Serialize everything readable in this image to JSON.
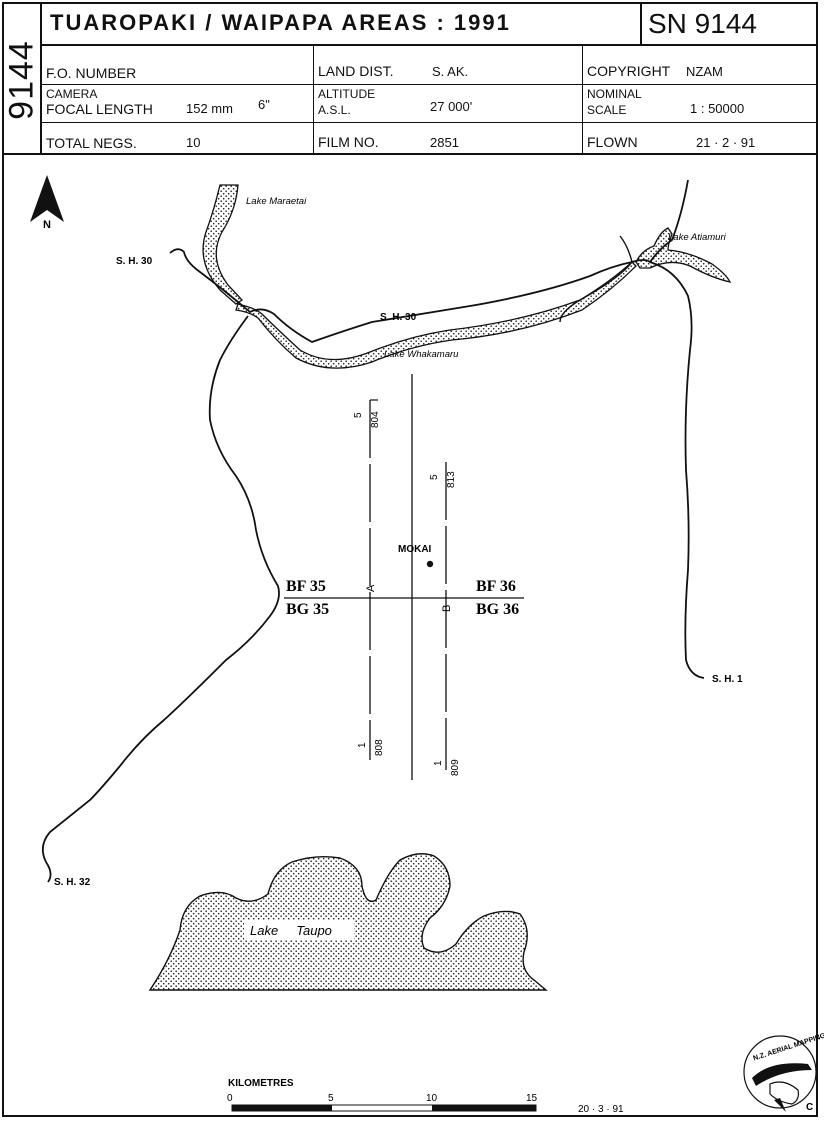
{
  "header": {
    "side_number": "9144",
    "title": "TUAROPAKI / WAIPAPA  AREAS : 1991",
    "sn_number": "SN 9144",
    "fo_number_label": "F.O. NUMBER",
    "land_dist_label": "LAND DIST.",
    "land_dist_value": "S. AK.",
    "copyright_label": "COPYRIGHT",
    "copyright_value": "NZAM",
    "camera_label": "CAMERA",
    "focal_length_label": "FOCAL LENGTH",
    "focal_length_mm": "152 mm",
    "focal_length_in": "6\"",
    "altitude_label": "ALTITUDE",
    "asl_label": "A.S.L.",
    "altitude_value": "27 000'",
    "nominal_label": "NOMINAL",
    "scale_label": "SCALE",
    "scale_value": "1 : 50000",
    "total_negs_label": "TOTAL NEGS.",
    "total_negs_value": "10",
    "film_no_label": "FILM NO.",
    "film_no_value": "2851",
    "flown_label": "FLOWN",
    "flown_value": "21 · 2 · 91"
  },
  "map": {
    "north_label": "N",
    "roads": {
      "sh30_west": "S. H. 30",
      "sh30_center": "S. H. 30",
      "sh1": "S. H. 1",
      "sh32": "S. H. 32"
    },
    "lakes": {
      "maraetai": "Lake Maraetai",
      "atiamuri": "Lake Atiamuri",
      "whakamaru": "Lake Whakamaru",
      "taupo": "Lake     Taupo"
    },
    "town": "MOKAI",
    "sheets": {
      "bf35": "BF 35",
      "bf36": "BF 36",
      "bg35": "BG 35",
      "bg36": "BG 36"
    },
    "flight_lines": {
      "a": {
        "letter": "A",
        "start_index": "5",
        "start_photo": "804",
        "end_index": "1",
        "end_photo": "808"
      },
      "b": {
        "letter": "B",
        "start_index": "5",
        "start_photo": "813",
        "end_index": "1",
        "end_photo": "809"
      }
    }
  },
  "scale_bar": {
    "label": "KILOMETRES",
    "ticks": [
      "0",
      "5",
      "10",
      "15"
    ],
    "date": "20 · 3 · 91"
  },
  "logo": {
    "text": "N.Z. AERIAL MAPPING LTD",
    "corner_letter": "C"
  }
}
